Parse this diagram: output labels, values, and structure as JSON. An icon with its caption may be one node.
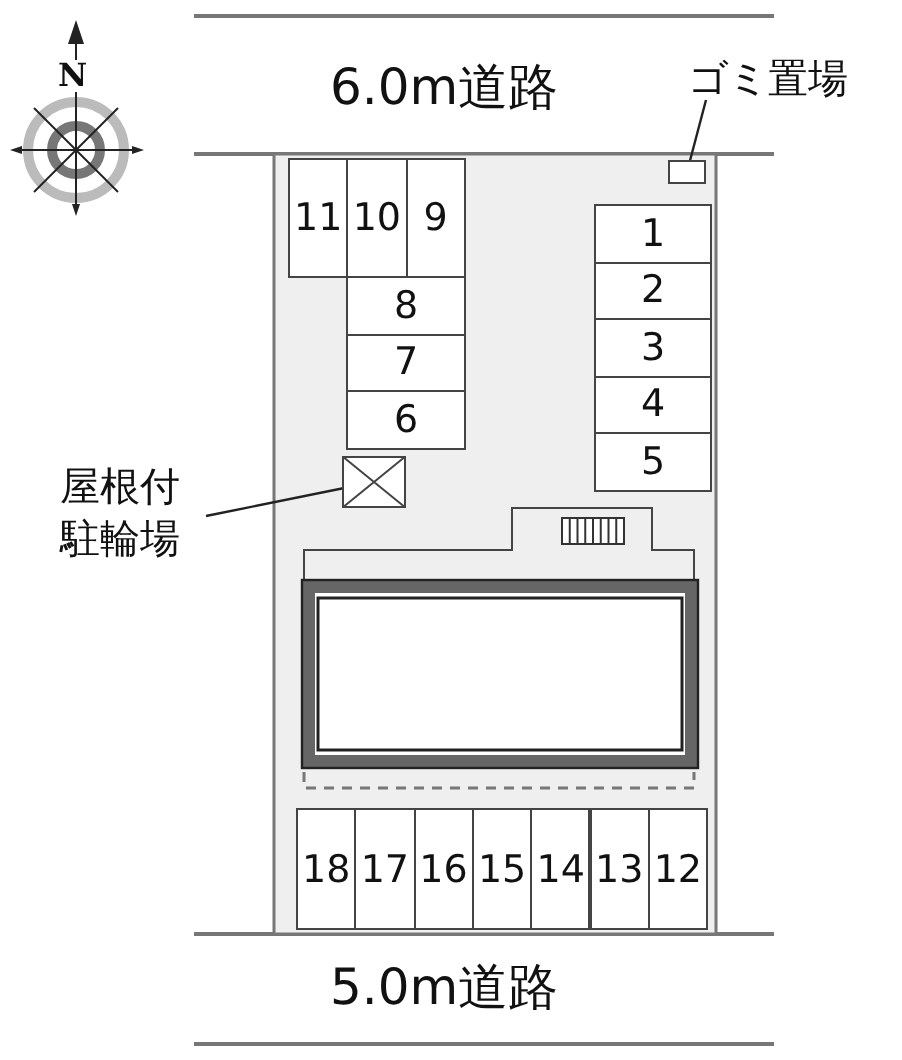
{
  "diagram": {
    "nodes": [
      {
        "text": [
          "ゴミ置場"
        ]
      },
      {
        "text": [],
        "shape": "box"
      },
      {
        "text": [
          "11"
        ]
      },
      {
        "text": [
          "10"
        ]
      },
      {
        "text": [
          "9"
        ]
      },
      {
        "text": [
          "1"
        ]
      },
      {
        "text": [
          "2"
        ]
      },
      {
        "text": [
          "3"
        ]
      },
      {
        "text": [
          "4"
        ]
      },
      {
        "text": [
          "5"
        ]
      },
      {
        "text": [
          "8"
        ]
      },
      {
        "text": [
          "7"
        ]
      },
      {
        "text": [
          "6"
        ]
      },
      {
        "text": [
          "屋根付駐輪場"
        ]
      },
      {
        "text": [],
        "shape": "box"
      },
      {
        "text": [
          "18"
        ]
      },
      {
        "text": [
          "17"
        ]
      },
      {
        "text": [
          "16"
        ]
      },
      {
        "text": [
          "15"
        ]
      },
      {
        "text": [
          "14"
        ]
      },
      {
        "text": [
          "13"
        ]
      },
      {
        "text": [
          "12"
        ]
      }
    ],
    "edges": [
      {
        "from": 0,
        "to": 1,
        "arrow": "none"
      },
      {
        "from": 13,
        "to": 14,
        "arrow": "none"
      }
    ],
    "labels": [
      "N",
      "6.0m道路",
      "5.0m道路"
    ]
  }
}
